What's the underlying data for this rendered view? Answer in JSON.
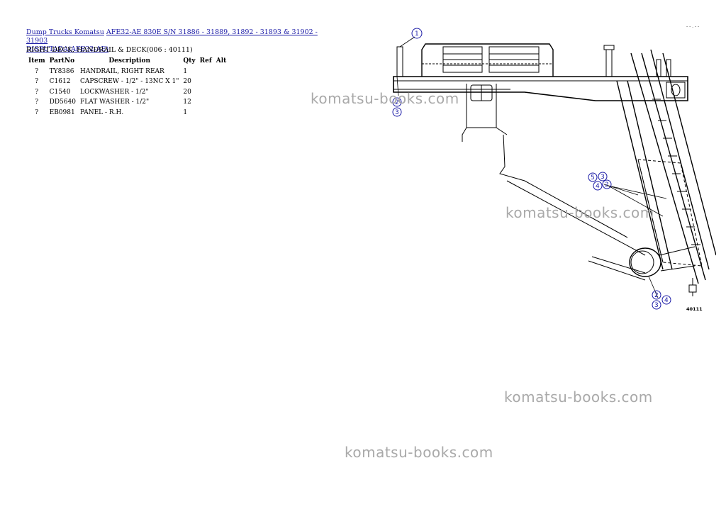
{
  "breadcrumb": {
    "link1": "Dump Trucks Komatsu",
    "link2": "AFE32-AE 830E S/N 31886 - 31889, 31892 - 31893 & 31902 - 31903",
    "link3": "DISPUTADA(AFE32-AE)"
  },
  "section_title": "RIGHT DECK, HANDRAIL & DECK(006 : 40111)",
  "table": {
    "headers": [
      "Item",
      "PartNo",
      "Description",
      "Qty",
      "Ref",
      "Alt"
    ],
    "rows": [
      [
        "?",
        "TY8386",
        "HANDRAIL, RIGHT REAR",
        "1"
      ],
      [
        "?",
        "C1612",
        "CAPSCREW - 1/2\" - 13NC X 1\"",
        "20"
      ],
      [
        "?",
        "C1540",
        "LOCKWASHER - 1/2\"",
        "20"
      ],
      [
        "?",
        "DD5640",
        "FLAT WASHER - 1/2\"",
        "12"
      ],
      [
        "?",
        "EB0981",
        "PANEL - R.H.",
        "1"
      ]
    ]
  },
  "watermark": "komatsu-books.com",
  "top_right_mark": "- - . - -",
  "figure": {
    "number": "40111",
    "callouts": [
      "1",
      "2",
      "3",
      "5",
      "3",
      "4",
      "2",
      "2",
      "3",
      "4"
    ]
  }
}
